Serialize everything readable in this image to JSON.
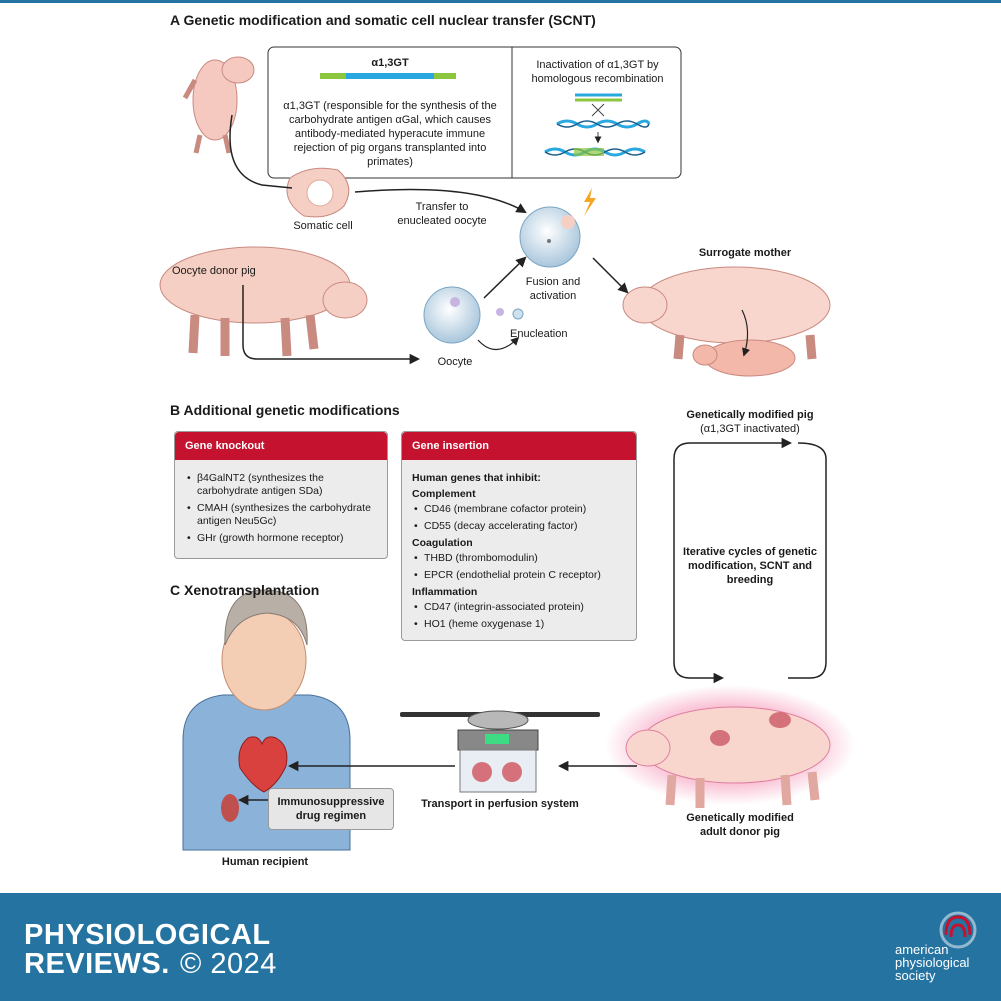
{
  "sections": {
    "a_title": "A  Genetic modification and somatic cell nuclear transfer (SCNT)",
    "b_title": "B  Additional genetic modifications",
    "c_title": "C  Xenotransplantation"
  },
  "panel_a": {
    "gene_label": "α1,3GT",
    "gene_desc": "α1,3GT (responsible for the synthesis of the carbohydrate antigen αGal, which causes antibody-mediated hyperacute immune rejection of pig organs transplanted into primates)",
    "inactivation": "Inactivation of α1,3GT by homologous recombination",
    "somatic_cell": "Somatic cell",
    "transfer": "Transfer to enucleated oocyte",
    "oocyte_donor": "Oocyte donor pig",
    "oocyte": "Oocyte",
    "enucleation": "Enucleation",
    "fusion": "Fusion and activation",
    "surrogate": "Surrogate mother",
    "gm_pig": "Genetically modified pig",
    "gm_pig_sub": "(α1,3GT inactivated)"
  },
  "panel_b": {
    "knockout_title": "Gene knockout",
    "knockout_items": [
      "β4GalNT2 (synthesizes the carbohydrate antigen SDa)",
      "CMAH (synthesizes the carbohydrate antigen Neu5Gc)",
      "GHr (growth hormone receptor)"
    ],
    "insertion_title": "Gene insertion",
    "insertion_intro": "Human genes that inhibit:",
    "complement_label": "Complement",
    "complement_items": [
      "CD46 (membrane cofactor protein)",
      "CD55 (decay accelerating factor)"
    ],
    "coagulation_label": "Coagulation",
    "coagulation_items": [
      "THBD (thrombomodulin)",
      "EPCR (endothelial protein C receptor)"
    ],
    "inflammation_label": "Inflammation",
    "inflammation_items": [
      "CD47 (integrin-associated protein)",
      "HO1 (heme oxygenase 1)"
    ],
    "iterative": "Iterative cycles of genetic modification, SCNT and breeding"
  },
  "panel_c": {
    "immuno": "Immunosuppressive drug regimen",
    "transport": "Transport in perfusion system",
    "recipient": "Human recipient",
    "donor": "Genetically modified adult donor pig"
  },
  "footer": {
    "journal_line1": "PHYSIOLOGICAL",
    "journal_line2": "REVIEWS.",
    "copyright": "© 2024",
    "society_line1": "american",
    "society_line2": "physiological",
    "society_line3": "society",
    "colors": {
      "band": "#2573a0",
      "accent": "#c4122f"
    }
  }
}
